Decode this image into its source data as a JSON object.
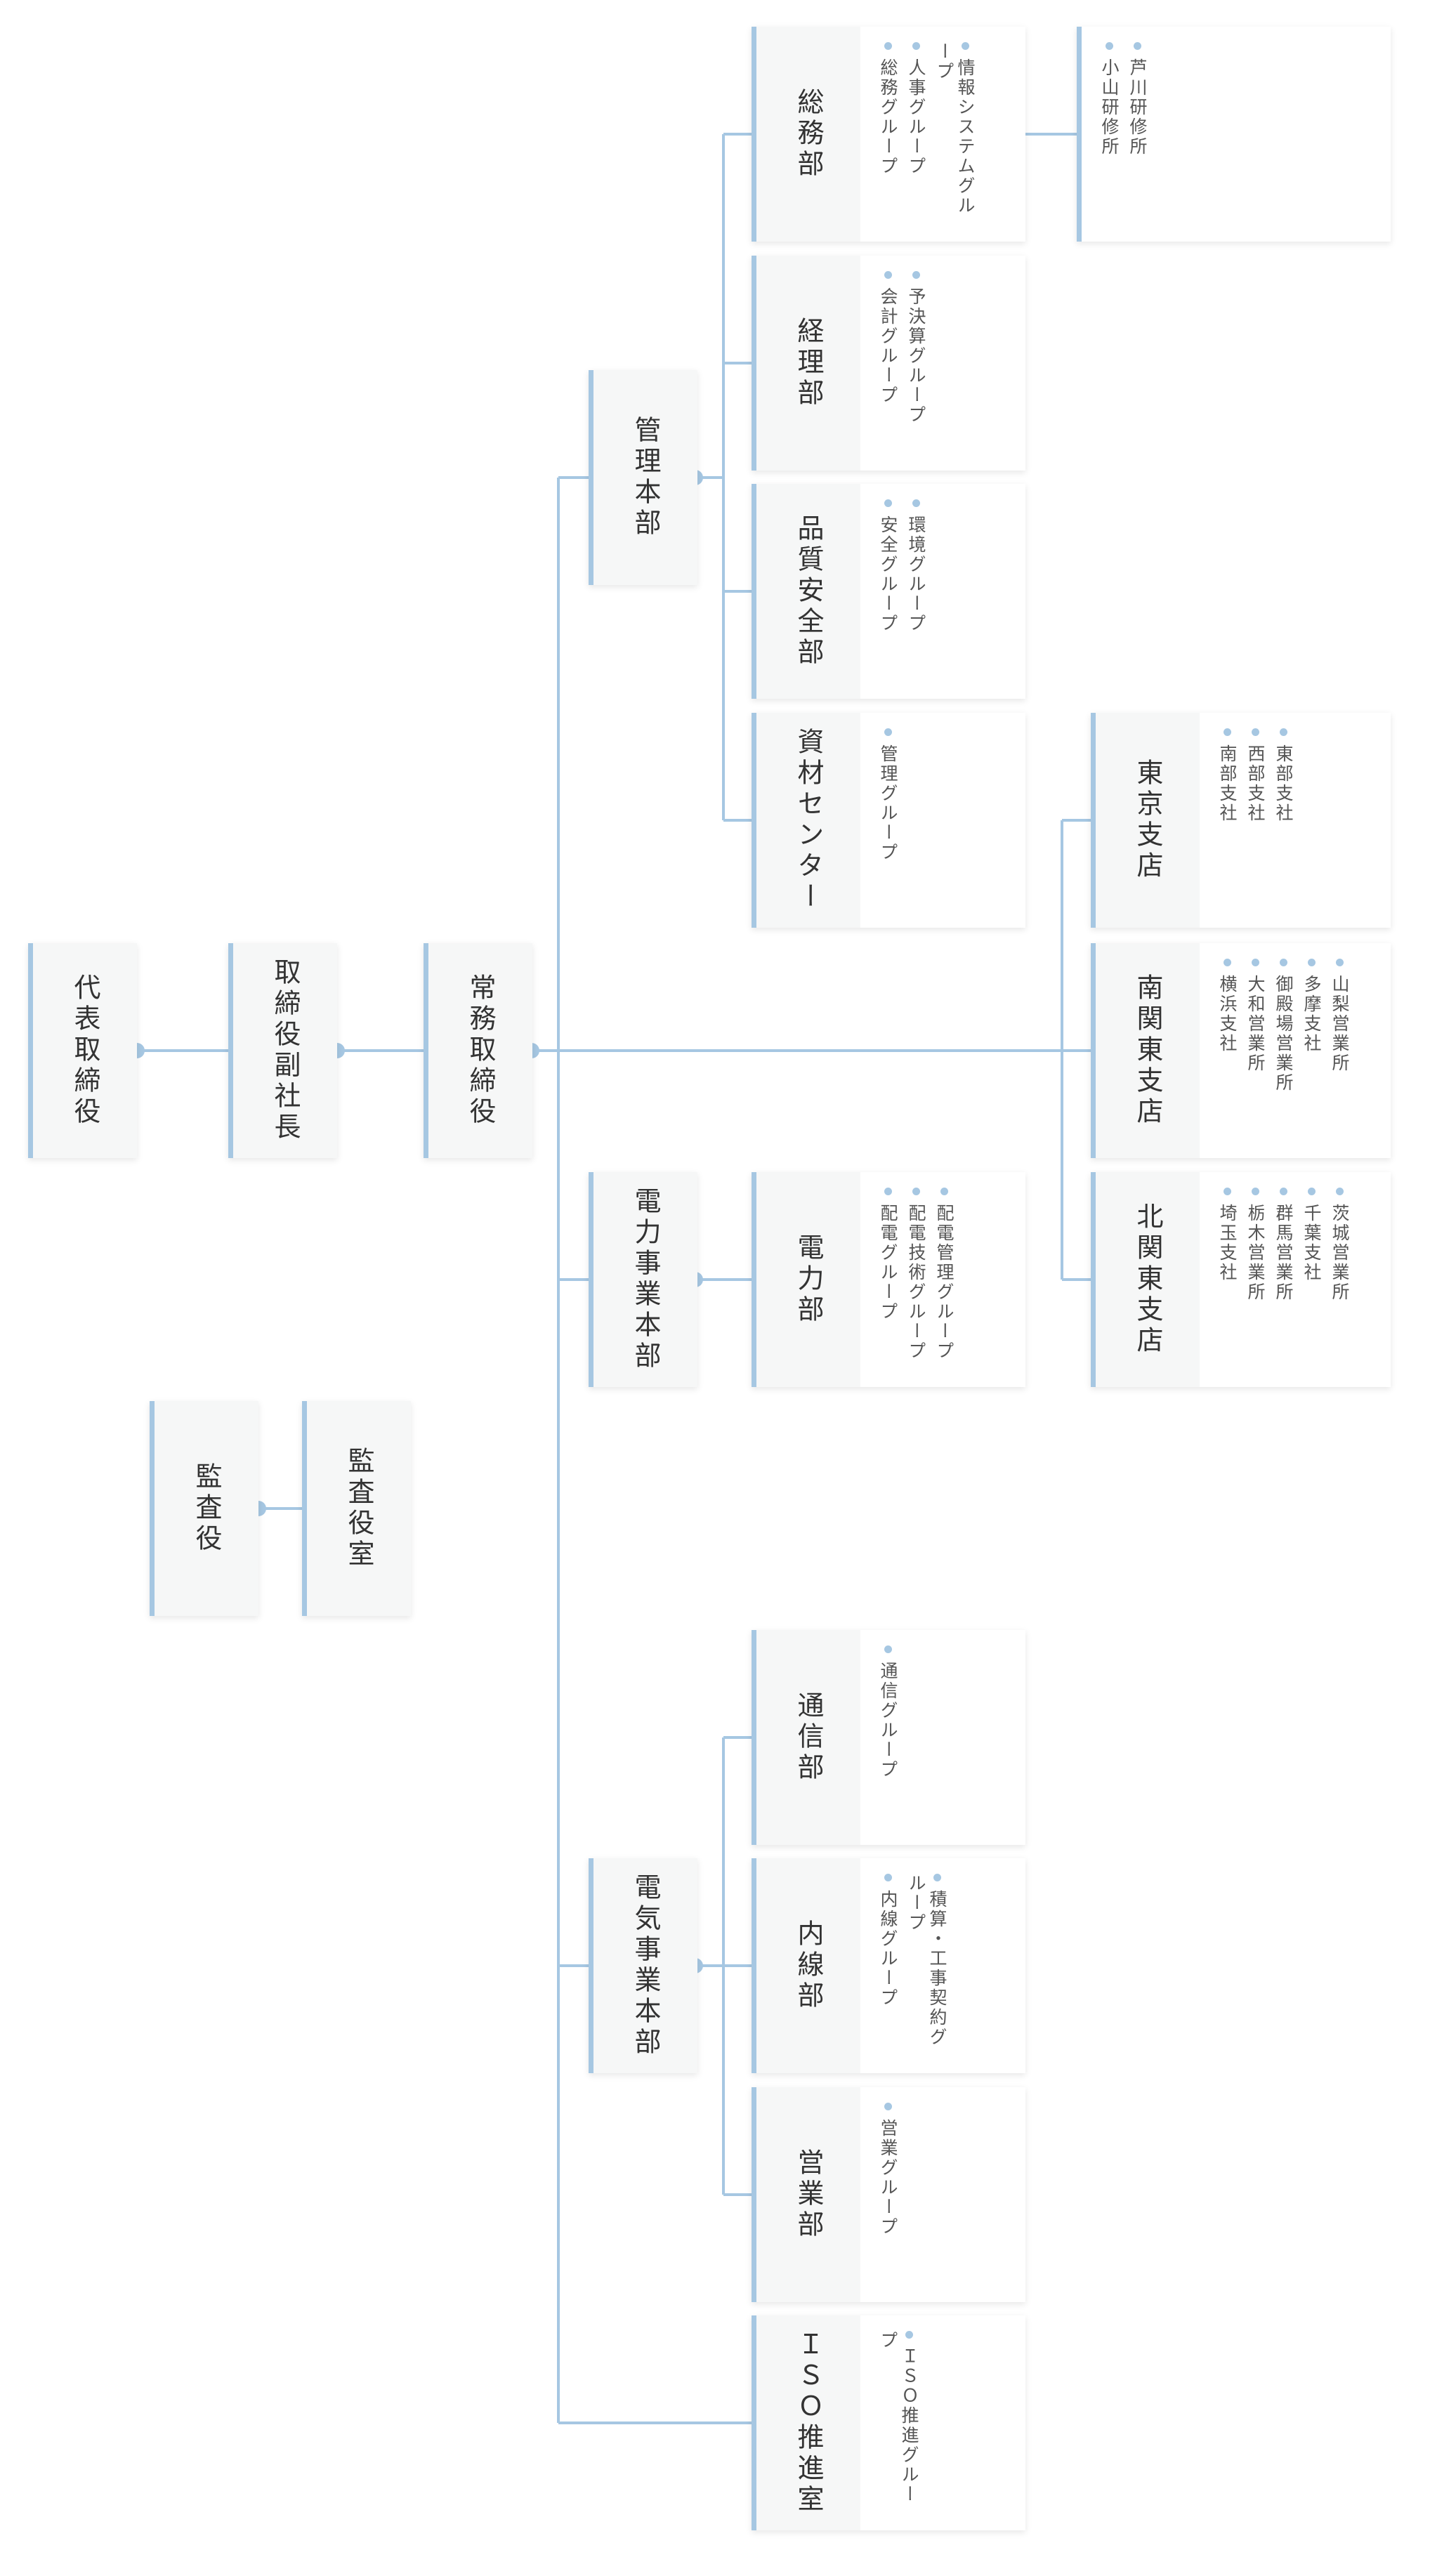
{
  "executives": {
    "president": "代表取締役",
    "vice_president": "取締役副社長",
    "managing_director": "常務取締役"
  },
  "audit": {
    "auditor": "監査役",
    "audit_office": "監査役室"
  },
  "divisions": {
    "management": "管理本部",
    "power_business": "電力事業本部",
    "electric_business": "電気事業本部",
    "iso": "ＩＳＯ推進室"
  },
  "departments": {
    "general_affairs": {
      "name": "総務部",
      "groups": [
        "情報システムグループ",
        "人事グループ",
        "総務グループ"
      ]
    },
    "training": {
      "groups": [
        "芦川研修所",
        "小山研修所"
      ]
    },
    "accounting": {
      "name": "経理部",
      "groups": [
        "予決算グループ",
        "会計グループ"
      ]
    },
    "quality_safety": {
      "name": "品質安全部",
      "groups": [
        "環境グループ",
        "安全グループ"
      ]
    },
    "materials": {
      "name": "資材センター",
      "groups": [
        "管理グループ"
      ]
    },
    "power": {
      "name": "電力部",
      "groups": [
        "配電管理グループ",
        "配電技術グループ",
        "配電グループ"
      ]
    },
    "telecom": {
      "name": "通信部",
      "groups": [
        "通信グループ"
      ]
    },
    "interior_wiring": {
      "name": "内線部",
      "groups": [
        "積算・工事契約グループ",
        "内線グループ"
      ]
    },
    "sales": {
      "name": "営業部",
      "groups": [
        "営業グループ"
      ]
    },
    "iso_office": {
      "groups": [
        "ＩＳＯ推進グループ"
      ]
    }
  },
  "branches": {
    "tokyo": {
      "name": "東京支店",
      "offices": [
        "東部支社",
        "西部支社",
        "南部支社"
      ]
    },
    "south_kanto": {
      "name": "南関東支店",
      "offices": [
        "山梨営業所",
        "多摩支社",
        "御殿場営業所",
        "大和営業所",
        "横浜支社"
      ]
    },
    "north_kanto": {
      "name": "北関東支店",
      "offices": [
        "茨城営業所",
        "千葉支社",
        "群馬営業所",
        "栃木営業所",
        "埼玉支社"
      ]
    }
  },
  "colors": {
    "accent": "#a6c7e2",
    "header_bg": "#f6f7f7",
    "text": "#333333"
  }
}
